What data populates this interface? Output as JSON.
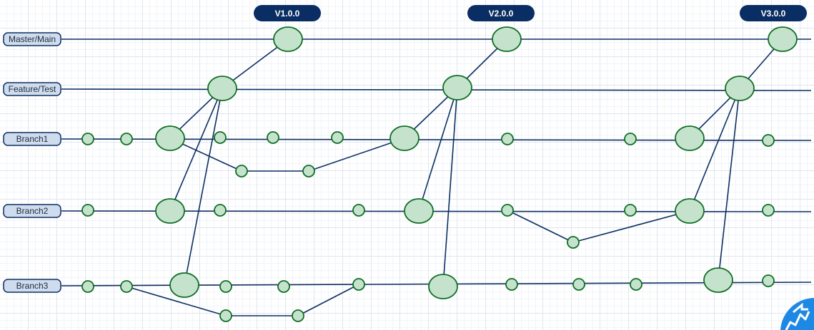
{
  "colors": {
    "line": "#0d2f63",
    "node_fill": "#c5e3cc",
    "node_stroke": "#0f6e24",
    "lane_fill": "#cfdced",
    "lane_stroke": "#0d2f63",
    "tag_fill": "#0a2e63",
    "tag_text": "#ffffff",
    "badge": "#1e88e5"
  },
  "tags": [
    {
      "id": "v1",
      "label": "V1.0.0"
    },
    {
      "id": "v2",
      "label": "V2.0.0"
    },
    {
      "id": "v3",
      "label": "V3.0.0"
    }
  ],
  "lanes": [
    {
      "id": "master",
      "label": "Master/Main"
    },
    {
      "id": "feature",
      "label": "Feature/Test"
    },
    {
      "id": "branch1",
      "label": "Branch1"
    },
    {
      "id": "branch2",
      "label": "Branch2"
    },
    {
      "id": "branch3",
      "label": "Branch3"
    }
  ],
  "badge_icon": "flowchart-logo-icon"
}
